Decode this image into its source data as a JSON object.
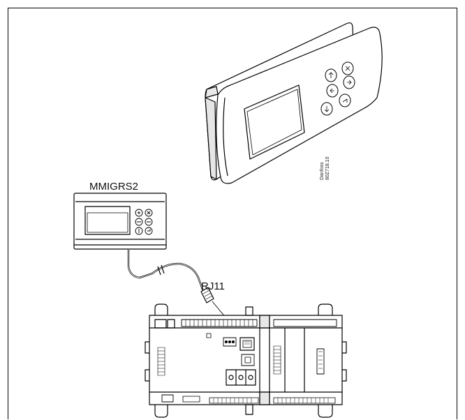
{
  "labels": {
    "display_model": "MMIGRS2",
    "connector": "RJ11"
  },
  "credit": {
    "brand": "Danfoss",
    "code": "80Z718.10"
  },
  "colors": {
    "line": "#000000",
    "background": "#ffffff",
    "shade": "#e8e8e8"
  }
}
